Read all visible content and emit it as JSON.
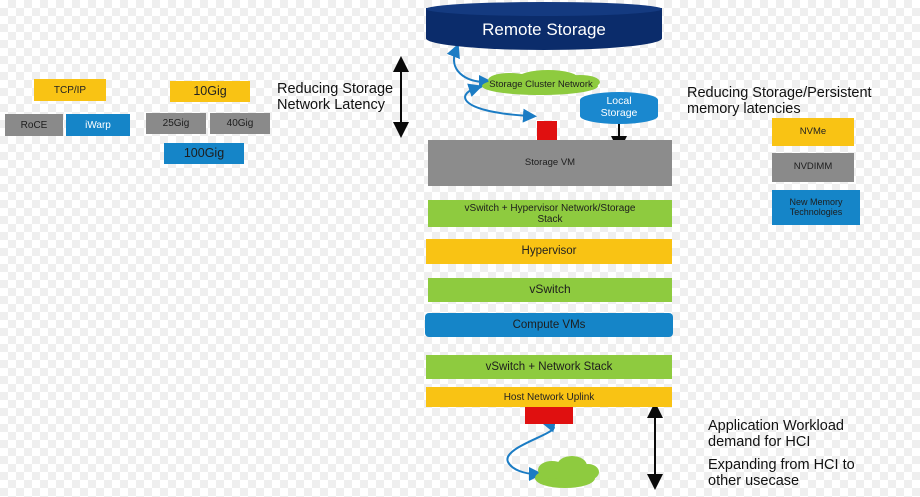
{
  "protocols": {
    "tcpip": "TCP/IP",
    "roce": "RoCE",
    "iwarp": "iWarp"
  },
  "speeds": {
    "s10": "10Gig",
    "s25": "25Gig",
    "s40": "40Gig",
    "s100": "100Gig"
  },
  "captions": {
    "latency_line1": "Reducing Storage",
    "latency_line2": "Network Latency",
    "persist_line1": "Reducing Storage/Persistent",
    "persist_line2": "memory latencies",
    "workload_line1": "Application Workload",
    "workload_line2": "demand for HCI",
    "expand_line1": "Expanding from HCI to",
    "expand_line2": "other usecase"
  },
  "memory": {
    "nvme": "NVMe",
    "nvdimm": "NVDIMM",
    "new_mem_line1": "New Memory",
    "new_mem_line2": "Technologies"
  },
  "stack": {
    "remote_storage": "Remote Storage",
    "cluster_network": "Storage Cluster Network",
    "local_storage_line1": "Local",
    "local_storage_line2": "Storage",
    "storage_vm": "Storage VM",
    "vswitch_storage_line1": "vSwitch + Hypervisor Network/Storage",
    "vswitch_storage_line2": "Stack",
    "hypervisor": "Hypervisor",
    "vswitch": "vSwitch",
    "compute_vms": "Compute VMs",
    "vswitch_network": "vSwitch + Network Stack",
    "uplink": "Host Network Uplink"
  },
  "colors": {
    "yellow": "#f9c314",
    "gray": "#8a8a8a",
    "blue": "#1585c8",
    "green": "#8ecb3f",
    "navy": "#0b2c6b",
    "red": "#e01010"
  }
}
